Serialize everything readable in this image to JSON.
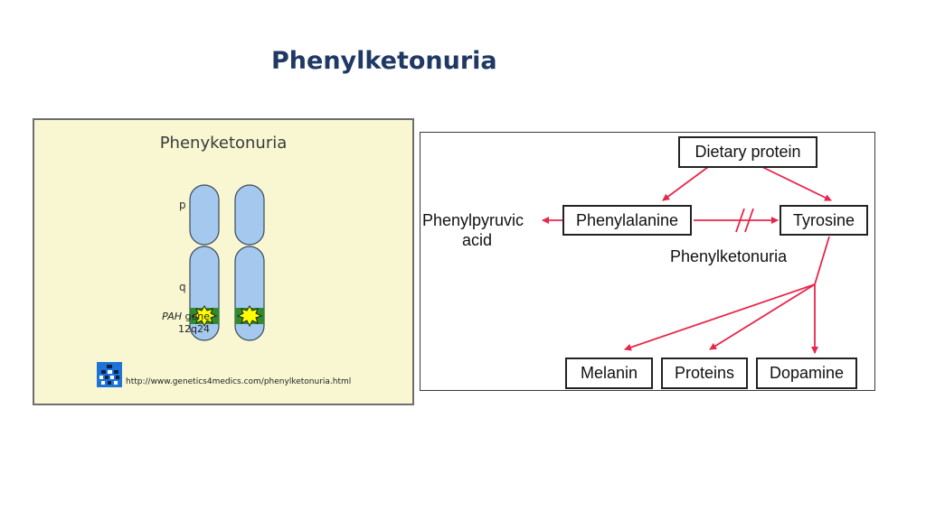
{
  "title": "Phenylketonuria",
  "left_panel": {
    "title": "Phenyketonuria",
    "arm_p": "p",
    "arm_q": "q",
    "gene_name": "PAH",
    "gene_word": "gene",
    "gene_locus": "12q24",
    "url": "http://www.genetics4medics.com/phenylketonuria.html",
    "colors": {
      "background": "#f8f7d2",
      "chromosome": "#a4c8ee",
      "band": "#2e8b2e",
      "mutation": "#ffff00"
    },
    "icons": [
      "chromosome-pair",
      "mutation-starburst-icon",
      "genetics4medics-logo-icon"
    ]
  },
  "pathway": {
    "dietary_protein": "Dietary protein",
    "phenylalanine": "Phenylalanine",
    "tyrosine": "Tyrosine",
    "phenylpyruvic_line1": "Phenylpyruvic",
    "phenylpyruvic_line2": "acid",
    "block_label": "Phenylketonuria",
    "melanin": "Melanin",
    "proteins": "Proteins",
    "dopamine": "Dopamine",
    "colors": {
      "arrow": "#e8254a",
      "box_border": "#222222"
    }
  }
}
